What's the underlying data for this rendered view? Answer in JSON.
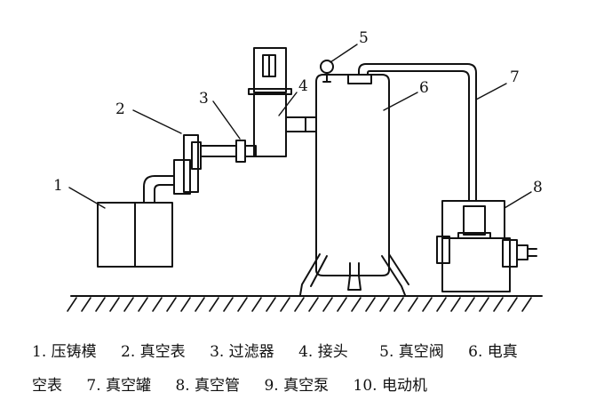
{
  "labels": {
    "n1": "1",
    "n2": "2",
    "n3": "3",
    "n4": "4",
    "n5": "5",
    "n6": "6",
    "n7": "7",
    "n8": "8"
  },
  "caption": {
    "line1": [
      "1. 压铸模",
      "2. 真空表",
      "3. 过滤器",
      "4. 接头",
      "5. 真空阀",
      "6. 电真"
    ],
    "line2": [
      "空表",
      "7. 真空罐",
      "8. 真空管",
      "9. 真空泵",
      "10. 电动机"
    ]
  }
}
